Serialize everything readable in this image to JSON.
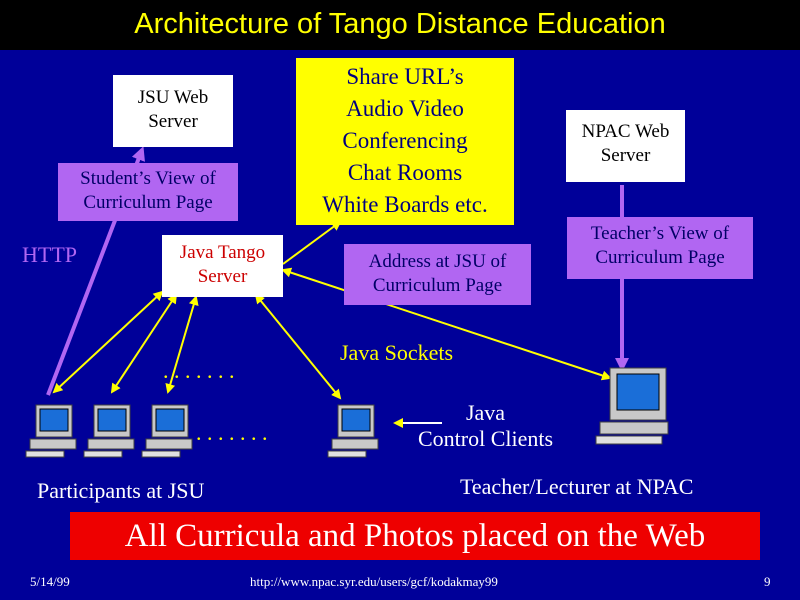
{
  "title": "Architecture of Tango Distance Education",
  "boxes": {
    "jsu_web_server": [
      "JSU Web",
      "Server"
    ],
    "share_features": [
      "Share URL’s",
      "Audio Video",
      "Conferencing",
      "Chat Rooms",
      "White Boards etc."
    ],
    "npac_web_server": [
      "NPAC Web",
      "Server"
    ],
    "student_view": [
      "Student’s View of",
      "Curriculum Page"
    ],
    "java_tango_server": [
      "Java Tango",
      "Server"
    ],
    "address_jsu": [
      "Address at JSU of",
      "Curriculum Page"
    ],
    "teacher_view": [
      "Teacher’s View of",
      "Curriculum Page"
    ]
  },
  "labels": {
    "http": "HTTP",
    "java_sockets": "Java Sockets",
    "control_clients": [
      "Java",
      "Control Clients"
    ],
    "participants": "Participants at JSU",
    "teacher": "Teacher/Lecturer at NPAC",
    "dots": ". . . . . . ."
  },
  "banner": "All Curricula and Photos placed on the Web",
  "footer": {
    "date": "5/14/99",
    "url": "http://www.npac.syr.edu/users/gcf/kodakmay99",
    "page": "9"
  },
  "colors": {
    "background": "#000099",
    "title": "#ffff00",
    "arrow_yellow": "#ffff00",
    "arrow_purple": "#b166f2",
    "banner": "#ee0000"
  }
}
